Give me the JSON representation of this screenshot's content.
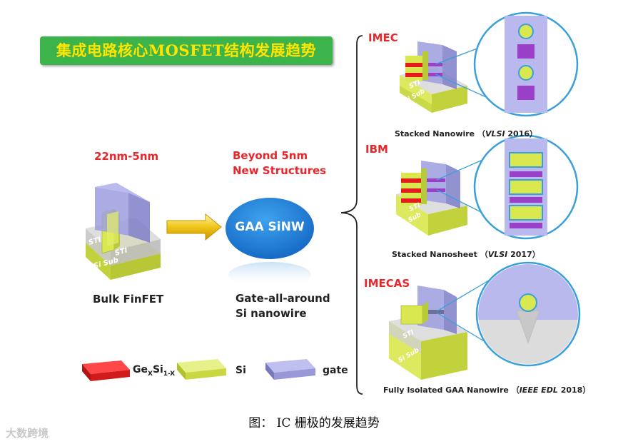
{
  "title": "集成电路核心MOSFET结构发展趋势",
  "left": {
    "node_range": "22nm-5nm",
    "device_name": "Bulk FinFET",
    "sti_label_1": "STI",
    "sti_label_2": "STI",
    "sub_label": "Si Sub"
  },
  "middle": {
    "heading_line1": "Beyond 5nm",
    "heading_line2": "New Structures",
    "bubble_text": "GAA SiNW",
    "desc_line1": "Gate-all-around",
    "desc_line2": "Si nanowire"
  },
  "right": [
    {
      "org": "IMEC",
      "caption_main": "Stacked Nanowire",
      "caption_venue": "VLSI",
      "caption_year": "2016",
      "sti": "STI",
      "sub": "Si Sub"
    },
    {
      "org": "IBM",
      "caption_main": "Stacked Nanosheet",
      "caption_venue": "VLSI",
      "caption_year": "2017",
      "sti": "STI",
      "sub": "Si Sub"
    },
    {
      "org": "IMECAS",
      "caption_main": "Fully Isolated GAA Nanowire",
      "caption_venue": "IEEE EDL",
      "caption_year": "2018",
      "sti": "STI",
      "sub": "Si Sub"
    }
  ],
  "legend": [
    {
      "label_base": "Ge",
      "label_sub1": "X",
      "label_mid": "Si",
      "label_sub2": "1-X",
      "color": "#e21c1c"
    },
    {
      "label": "Si",
      "color": "#d9e84f"
    },
    {
      "label": "gate",
      "color": "#9d9de0"
    }
  ],
  "figure_caption": "图： IC 栅极的发展趋势",
  "watermark": "大数跨境",
  "colors": {
    "title_bg": "#3cb44b",
    "title_text": "#ffe400",
    "accent_red": "#e8262b",
    "bubble_blue": "#1d7fd6",
    "gate": "#9d9de0",
    "si": "#d9e84f",
    "sti": "#cfcfcf",
    "magnifier_border": "#3aa0dc"
  }
}
